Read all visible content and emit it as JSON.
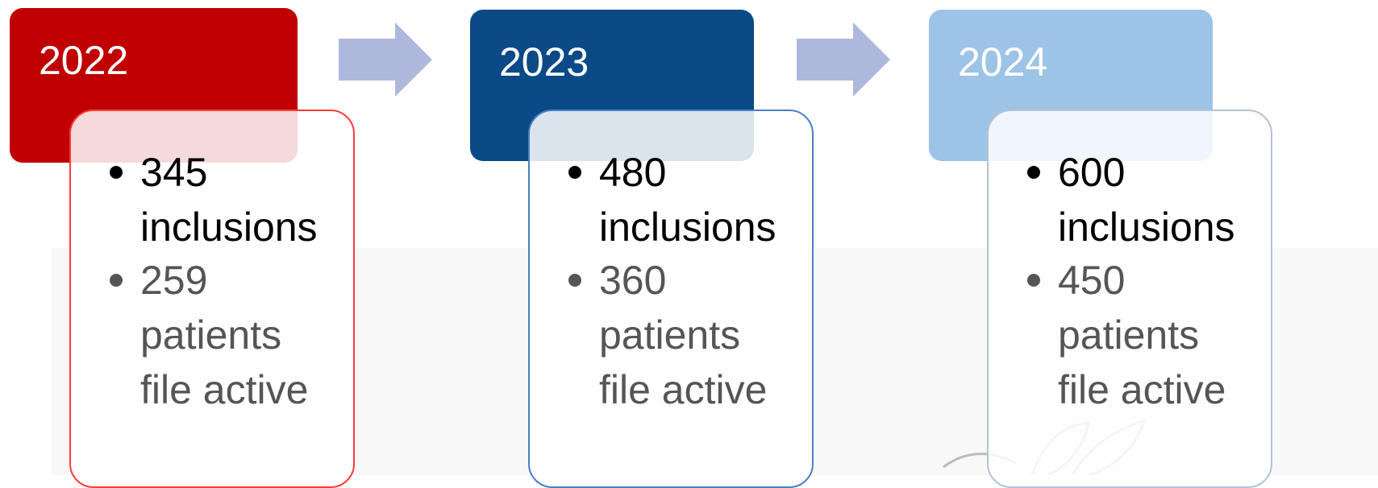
{
  "stages": [
    {
      "year": "2022",
      "items": [
        "345\ninclusions",
        "259\npatients\nfile active"
      ],
      "colors": {
        "header": "#c00000",
        "border": "#ff3b3b"
      }
    },
    {
      "year": "2023",
      "items": [
        "480\ninclusions",
        "360\npatients\nfile active"
      ],
      "colors": {
        "header": "#0b4a86",
        "border": "#4a7fc8"
      }
    },
    {
      "year": "2024",
      "items": [
        "600\ninclusions",
        "450\npatients\nfile active"
      ],
      "colors": {
        "header": "#9dc3e6",
        "border": "#b4c3d6"
      }
    }
  ],
  "arrow_color": "#aeb8dc",
  "text_colors": {
    "primary": "#000000",
    "secondary": "#555555"
  },
  "watermark": "leaf-logo"
}
